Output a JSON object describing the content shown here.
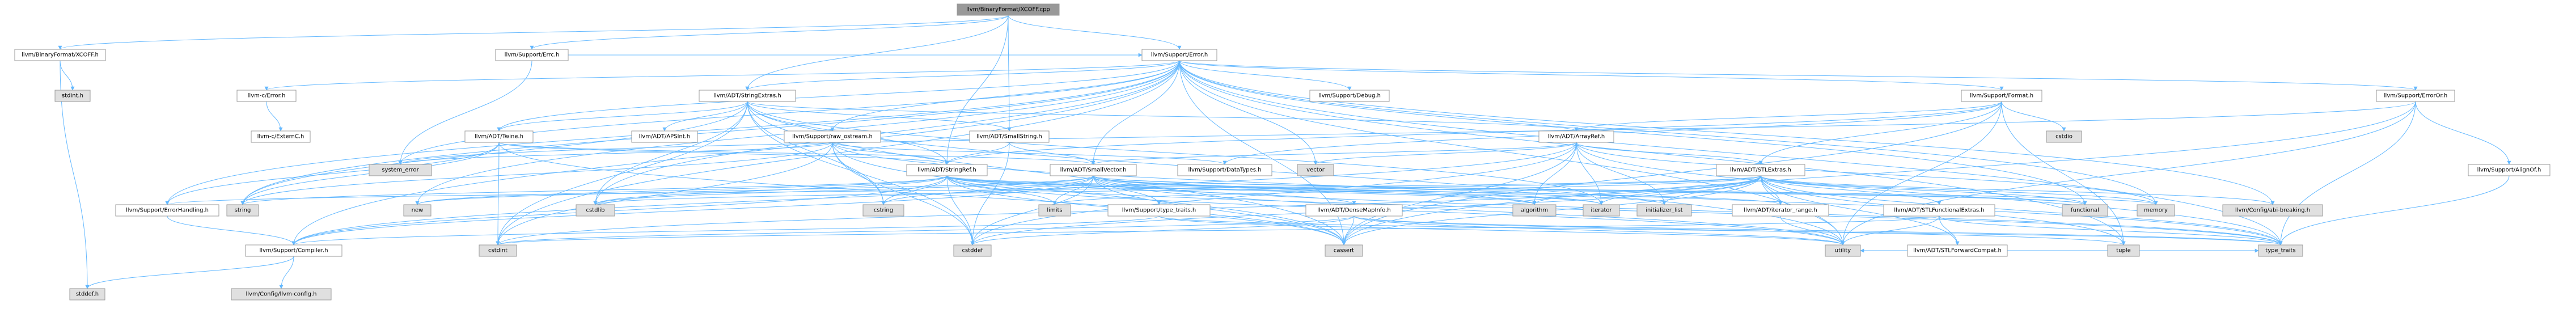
{
  "colors": {
    "root_fill": "#999999",
    "file_fill": "#ffffff",
    "system_fill": "#e0e0e0",
    "notfound_border": "#ff0000",
    "edge": "#63b8ff"
  },
  "nodes": [
    {
      "id": "root",
      "label": "llvm/BinaryFormat/XCOFF.cpp",
      "kind": "root"
    },
    {
      "id": "xcoffh",
      "label": "llvm/BinaryFormat/XCOFF.h",
      "kind": "file"
    },
    {
      "id": "errch",
      "label": "llvm/Support/Errc.h",
      "kind": "file"
    },
    {
      "id": "errorh",
      "label": "llvm/Support/Error.h",
      "kind": "file"
    },
    {
      "id": "stdint_h",
      "label": "stdint.h",
      "kind": "system"
    },
    {
      "id": "stddef_h",
      "label": "stddef.h",
      "kind": "system"
    },
    {
      "id": "c_error",
      "label": "llvm-c/Error.h",
      "kind": "file"
    },
    {
      "id": "c_extern",
      "label": "llvm-c/ExternC.h",
      "kind": "file"
    },
    {
      "id": "stringextras",
      "label": "llvm/ADT/StringExtras.h",
      "kind": "file"
    },
    {
      "id": "debugh",
      "label": "llvm/Support/Debug.h",
      "kind": "file"
    },
    {
      "id": "formath",
      "label": "llvm/Support/Format.h",
      "kind": "file"
    },
    {
      "id": "erroror",
      "label": "llvm/Support/ErrorOr.h",
      "kind": "file"
    },
    {
      "id": "twine",
      "label": "llvm/ADT/Twine.h",
      "kind": "file"
    },
    {
      "id": "apsint",
      "label": "llvm/ADT/APSInt.h",
      "kind": "notfound"
    },
    {
      "id": "rawostream",
      "label": "llvm/Support/raw_ostream.h",
      "kind": "notfound"
    },
    {
      "id": "smallstring",
      "label": "llvm/ADT/SmallString.h",
      "kind": "file"
    },
    {
      "id": "arrayref",
      "label": "llvm/ADT/ArrayRef.h",
      "kind": "notfound"
    },
    {
      "id": "cstdio",
      "label": "cstdio",
      "kind": "system"
    },
    {
      "id": "system_error",
      "label": "system_error",
      "kind": "system"
    },
    {
      "id": "stringref",
      "label": "llvm/ADT/StringRef.h",
      "kind": "file"
    },
    {
      "id": "smallvector",
      "label": "llvm/ADT/SmallVector.h",
      "kind": "file"
    },
    {
      "id": "datatypes",
      "label": "llvm/Support/DataTypes.h",
      "kind": "notfound"
    },
    {
      "id": "vector",
      "label": "vector",
      "kind": "system"
    },
    {
      "id": "stlextras",
      "label": "llvm/ADT/STLExtras.h",
      "kind": "notfound"
    },
    {
      "id": "alignof",
      "label": "llvm/Support/AlignOf.h",
      "kind": "file"
    },
    {
      "id": "errorhandling",
      "label": "llvm/Support/ErrorHandling.h",
      "kind": "file"
    },
    {
      "id": "string",
      "label": "string",
      "kind": "system"
    },
    {
      "id": "new",
      "label": "new",
      "kind": "system"
    },
    {
      "id": "cstdlib",
      "label": "cstdlib",
      "kind": "system"
    },
    {
      "id": "cstring",
      "label": "cstring",
      "kind": "system"
    },
    {
      "id": "limits",
      "label": "limits",
      "kind": "system"
    },
    {
      "id": "typetraits_h",
      "label": "llvm/Support/type_traits.h",
      "kind": "file"
    },
    {
      "id": "densemapinfo",
      "label": "llvm/ADT/DenseMapInfo.h",
      "kind": "file"
    },
    {
      "id": "algorithm",
      "label": "algorithm",
      "kind": "system"
    },
    {
      "id": "iterator",
      "label": "iterator",
      "kind": "system"
    },
    {
      "id": "initializer_list",
      "label": "initializer_list",
      "kind": "system"
    },
    {
      "id": "iterator_range",
      "label": "llvm/ADT/iterator_range.h",
      "kind": "file"
    },
    {
      "id": "stlfunctional",
      "label": "llvm/ADT/STLFunctionalExtras.h",
      "kind": "file"
    },
    {
      "id": "stlforward",
      "label": "llvm/ADT/STLForwardCompat.h",
      "kind": "file"
    },
    {
      "id": "functional",
      "label": "functional",
      "kind": "system"
    },
    {
      "id": "memory",
      "label": "memory",
      "kind": "system"
    },
    {
      "id": "abibreaking",
      "label": "llvm/Config/abi-breaking.h",
      "kind": "system"
    },
    {
      "id": "compiler",
      "label": "llvm/Support/Compiler.h",
      "kind": "file"
    },
    {
      "id": "llvmconfig",
      "label": "llvm/Config/llvm-config.h",
      "kind": "system"
    },
    {
      "id": "cstdint",
      "label": "cstdint",
      "kind": "system"
    },
    {
      "id": "cstddef",
      "label": "cstddef",
      "kind": "system"
    },
    {
      "id": "cassert",
      "label": "cassert",
      "kind": "system"
    },
    {
      "id": "utility",
      "label": "utility",
      "kind": "system"
    },
    {
      "id": "tuple",
      "label": "tuple",
      "kind": "system"
    },
    {
      "id": "type_traits",
      "label": "type_traits",
      "kind": "system"
    }
  ],
  "edges": [
    [
      "root",
      "xcoffh"
    ],
    [
      "root",
      "errch"
    ],
    [
      "root",
      "errorh"
    ],
    [
      "root",
      "smallstring"
    ],
    [
      "root",
      "stringextras"
    ],
    [
      "root",
      "stringref"
    ],
    [
      "xcoffh",
      "stddef_h"
    ],
    [
      "xcoffh",
      "stdint_h"
    ],
    [
      "errch",
      "errorh"
    ],
    [
      "errch",
      "system_error"
    ],
    [
      "errorh",
      "c_error"
    ],
    [
      "errorh",
      "stringextras"
    ],
    [
      "errorh",
      "twine"
    ],
    [
      "errorh",
      "abibreaking"
    ],
    [
      "errorh",
      "compiler"
    ],
    [
      "errorh",
      "debugh"
    ],
    [
      "errorh",
      "errorhandling"
    ],
    [
      "errorh",
      "erroror"
    ],
    [
      "errorh",
      "formath"
    ],
    [
      "errorh",
      "rawostream"
    ],
    [
      "errorh",
      "smallvector"
    ],
    [
      "errorh",
      "string"
    ],
    [
      "errorh",
      "vector"
    ],
    [
      "errorh",
      "memory"
    ],
    [
      "errorh",
      "functional"
    ],
    [
      "errorh",
      "cassert"
    ],
    [
      "errorh",
      "cstdint"
    ],
    [
      "errorh",
      "cstdlib"
    ],
    [
      "errorh",
      "new"
    ],
    [
      "errorh",
      "system_error"
    ],
    [
      "errorh",
      "tuple"
    ],
    [
      "errorh",
      "type_traits"
    ],
    [
      "errorh",
      "utility"
    ],
    [
      "c_error",
      "c_extern"
    ],
    [
      "stringextras",
      "apsint"
    ],
    [
      "stringextras",
      "arrayref"
    ],
    [
      "stringextras",
      "smallstring"
    ],
    [
      "stringextras",
      "stringref"
    ],
    [
      "stringextras",
      "twine"
    ],
    [
      "stringextras",
      "cassert"
    ],
    [
      "stringextras",
      "cstddef"
    ],
    [
      "stringextras",
      "cstdint"
    ],
    [
      "stringextras",
      "cstdlib"
    ],
    [
      "stringextras",
      "cstring"
    ],
    [
      "stringextras",
      "iterator"
    ],
    [
      "stringextras",
      "string"
    ],
    [
      "stringextras",
      "utility"
    ],
    [
      "twine",
      "smallvector"
    ],
    [
      "twine",
      "stringref"
    ],
    [
      "twine",
      "errorhandling"
    ],
    [
      "twine",
      "cassert"
    ],
    [
      "twine",
      "cstdint"
    ],
    [
      "twine",
      "string"
    ],
    [
      "twine",
      "string"
    ],
    [
      "smallstring",
      "smallvector"
    ],
    [
      "smallstring",
      "stringref"
    ],
    [
      "smallstring",
      "cstddef"
    ],
    [
      "rawostream",
      "stringref"
    ],
    [
      "rawostream",
      "datatypes"
    ],
    [
      "rawostream",
      "cassert"
    ],
    [
      "rawostream",
      "cstddef"
    ],
    [
      "rawostream",
      "cstdint"
    ],
    [
      "rawostream",
      "cstring"
    ],
    [
      "rawostream",
      "string"
    ],
    [
      "rawostream",
      "system_error"
    ],
    [
      "rawostream",
      "type_traits"
    ],
    [
      "formath",
      "arrayref"
    ],
    [
      "formath",
      "stlextras"
    ],
    [
      "formath",
      "stringref"
    ],
    [
      "formath",
      "datatypes"
    ],
    [
      "formath",
      "cassert"
    ],
    [
      "formath",
      "cstdio"
    ],
    [
      "formath",
      "optional_tuple"
    ],
    [
      "formath",
      "tuple"
    ],
    [
      "formath",
      "utility"
    ],
    [
      "arrayref",
      "stlextras"
    ],
    [
      "arrayref",
      "smallvector"
    ],
    [
      "arrayref",
      "compiler"
    ],
    [
      "arrayref",
      "algorithm"
    ],
    [
      "arrayref",
      "array"
    ],
    [
      "arrayref",
      "cassert"
    ],
    [
      "arrayref",
      "cstddef"
    ],
    [
      "arrayref",
      "initializer_list"
    ],
    [
      "arrayref",
      "iterator"
    ],
    [
      "arrayref",
      "memory"
    ],
    [
      "arrayref",
      "type_traits"
    ],
    [
      "arrayref",
      "vector"
    ],
    [
      "stlextras",
      "stlforward"
    ],
    [
      "stlextras",
      "stlfunctional"
    ],
    [
      "stlextras",
      "iterator_range"
    ],
    [
      "stlextras",
      "abibreaking"
    ],
    [
      "stlextras",
      "errorhandling"
    ],
    [
      "stlextras",
      "algorithm"
    ],
    [
      "stlextras",
      "cassert"
    ],
    [
      "stlextras",
      "cstddef"
    ],
    [
      "stlextras",
      "cstdint"
    ],
    [
      "stlextras",
      "cstdlib"
    ],
    [
      "stlextras",
      "functional"
    ],
    [
      "stlextras",
      "initializer_list"
    ],
    [
      "stlextras",
      "iterator"
    ],
    [
      "stlextras",
      "limits"
    ],
    [
      "stlextras",
      "memory"
    ],
    [
      "stlextras",
      "optional_tuple"
    ],
    [
      "stlextras",
      "tuple"
    ],
    [
      "stlextras",
      "type_traits"
    ],
    [
      "stlextras",
      "utility"
    ],
    [
      "stringref",
      "densemapinfo"
    ],
    [
      "stringref",
      "iterator_range"
    ],
    [
      "stringref",
      "compiler"
    ],
    [
      "stringref",
      "algorithm"
    ],
    [
      "stringref",
      "cassert"
    ],
    [
      "stringref",
      "cstddef"
    ],
    [
      "stringref",
      "cstring"
    ],
    [
      "stringref",
      "functional"
    ],
    [
      "stringref",
      "iterator"
    ],
    [
      "stringref",
      "limits"
    ],
    [
      "stringref",
      "string"
    ],
    [
      "stringref",
      "type_traits"
    ],
    [
      "stringref",
      "utility"
    ],
    [
      "stringref",
      "new"
    ],
    [
      "stringref",
      "cstdlib"
    ],
    [
      "smallvector",
      "compiler"
    ],
    [
      "smallvector",
      "typetraits_h"
    ],
    [
      "smallvector",
      "algorithm"
    ],
    [
      "smallvector",
      "cassert"
    ],
    [
      "smallvector",
      "cstddef"
    ],
    [
      "smallvector",
      "cstdlib"
    ],
    [
      "smallvector",
      "cstring"
    ],
    [
      "smallvector",
      "functional"
    ],
    [
      "smallvector",
      "initializer_list"
    ],
    [
      "smallvector",
      "iterator"
    ],
    [
      "smallvector",
      "limits"
    ],
    [
      "smallvector",
      "memory"
    ],
    [
      "smallvector",
      "new"
    ],
    [
      "smallvector",
      "type_traits"
    ],
    [
      "smallvector",
      "utility"
    ],
    [
      "densemapinfo",
      "cassert"
    ],
    [
      "densemapinfo",
      "cstddef"
    ],
    [
      "densemapinfo",
      "cstdint"
    ],
    [
      "densemapinfo",
      "tuple"
    ],
    [
      "densemapinfo",
      "type_traits"
    ],
    [
      "densemapinfo",
      "utility"
    ],
    [
      "iterator_range",
      "utility"
    ],
    [
      "stlfunctional",
      "stlforward"
    ],
    [
      "stlfunctional",
      "cstdint"
    ],
    [
      "stlfunctional",
      "type_traits"
    ],
    [
      "stlfunctional",
      "utility"
    ],
    [
      "stlforward",
      "type_traits"
    ],
    [
      "stlforward",
      "utility"
    ],
    [
      "typetraits_h",
      "compiler"
    ],
    [
      "typetraits_h",
      "type_traits"
    ],
    [
      "typetraits_h",
      "utility"
    ],
    [
      "compiler",
      "llvmconfig"
    ],
    [
      "compiler",
      "stddef_h"
    ],
    [
      "errorhandling",
      "compiler"
    ],
    [
      "erroror",
      "alignof"
    ],
    [
      "erroror",
      "cassert"
    ],
    [
      "erroror",
      "system_error"
    ],
    [
      "erroror",
      "type_traits"
    ],
    [
      "erroror",
      "utility"
    ],
    [
      "alignof",
      "type_traits"
    ]
  ]
}
